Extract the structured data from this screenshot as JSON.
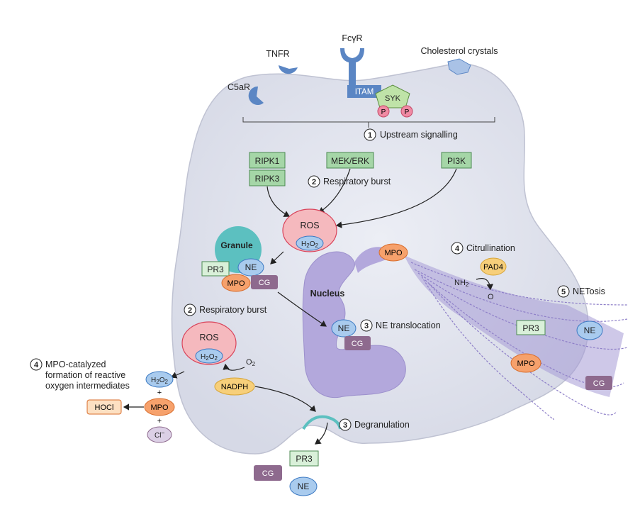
{
  "receptors": {
    "fcgr": "FcγR",
    "tnfr": "TNFR",
    "c5ar": "C5aR",
    "cholesterol": "Cholesterol crystals"
  },
  "signalling": {
    "itam": "ITAM",
    "syk": "SYK",
    "phospho": "P"
  },
  "steps": {
    "s1": {
      "num": "1",
      "label": "Upstream signalling"
    },
    "s2a": {
      "num": "2",
      "label": "Respiratory burst"
    },
    "s2b": {
      "num": "2",
      "label": "Respiratory burst"
    },
    "s3a": {
      "num": "3",
      "label": "NE translocation"
    },
    "s3b": {
      "num": "3",
      "label": "Degranulation"
    },
    "s4a": {
      "num": "4",
      "label": "Citrullination"
    },
    "s4b": {
      "num": "4",
      "label_lines": [
        "MPO-catalyzed",
        "formation of reactive",
        "oxygen intermediates"
      ]
    },
    "s5": {
      "num": "5",
      "label": "NETosis"
    }
  },
  "kinases": {
    "ripk1": "RIPK1",
    "ripk3": "RIPK3",
    "mekerk": "MEK/ERK",
    "pi3k": "PI3K"
  },
  "ros": {
    "ros": "ROS",
    "h2o2_main": "H",
    "h2o2_2": "2",
    "h2o2_o": "O",
    "h2o2_2b": "2"
  },
  "granule": {
    "title": "Granule",
    "pr3": "PR3",
    "ne": "NE",
    "mpo": "MPO",
    "cg": "CG"
  },
  "nucleus": {
    "title": "Nucleus",
    "ne": "NE",
    "cg": "CG",
    "mpo": "MPO"
  },
  "citrul": {
    "pad4": "PAD4",
    "nh": "NH",
    "nh_sub": "2",
    "o": "O"
  },
  "net": {
    "pr3": "PR3",
    "ne": "NE",
    "mpo": "MPO",
    "cg": "CG"
  },
  "burst2": {
    "ros": "ROS",
    "o2": "O",
    "o2_sub": "2",
    "nadph": "NADPH"
  },
  "moi": {
    "h2o2_h": "H",
    "h2o2_o": "O",
    "sub": "2",
    "plus": "+",
    "mpo": "MPO",
    "hocl": "HOCl",
    "cl": "Cl",
    "cl_sup": "–"
  },
  "degran": {
    "pr3": "PR3",
    "cg": "CG",
    "ne": "NE"
  },
  "colors": {
    "cell": "#dfe1ec",
    "cell_edge": "#b9bccd",
    "receptor": "#5b86c4",
    "green_box": "#a5d6a7",
    "green_edge": "#4c8a52",
    "ros": "#f5b9be",
    "ros_edge": "#d9435a",
    "blue_oval": "#a9cbee",
    "blue_edge": "#3a78c2",
    "mpo": "#f6a16c",
    "mpo_edge": "#d86c2b",
    "cg": "#8e6a8e",
    "nucleus": "#b0a5d8",
    "granule": "#5cc0c0",
    "pink_p": "#f08aa3",
    "nadph": "#f7cf7a",
    "hocl": "#fde0c2"
  }
}
